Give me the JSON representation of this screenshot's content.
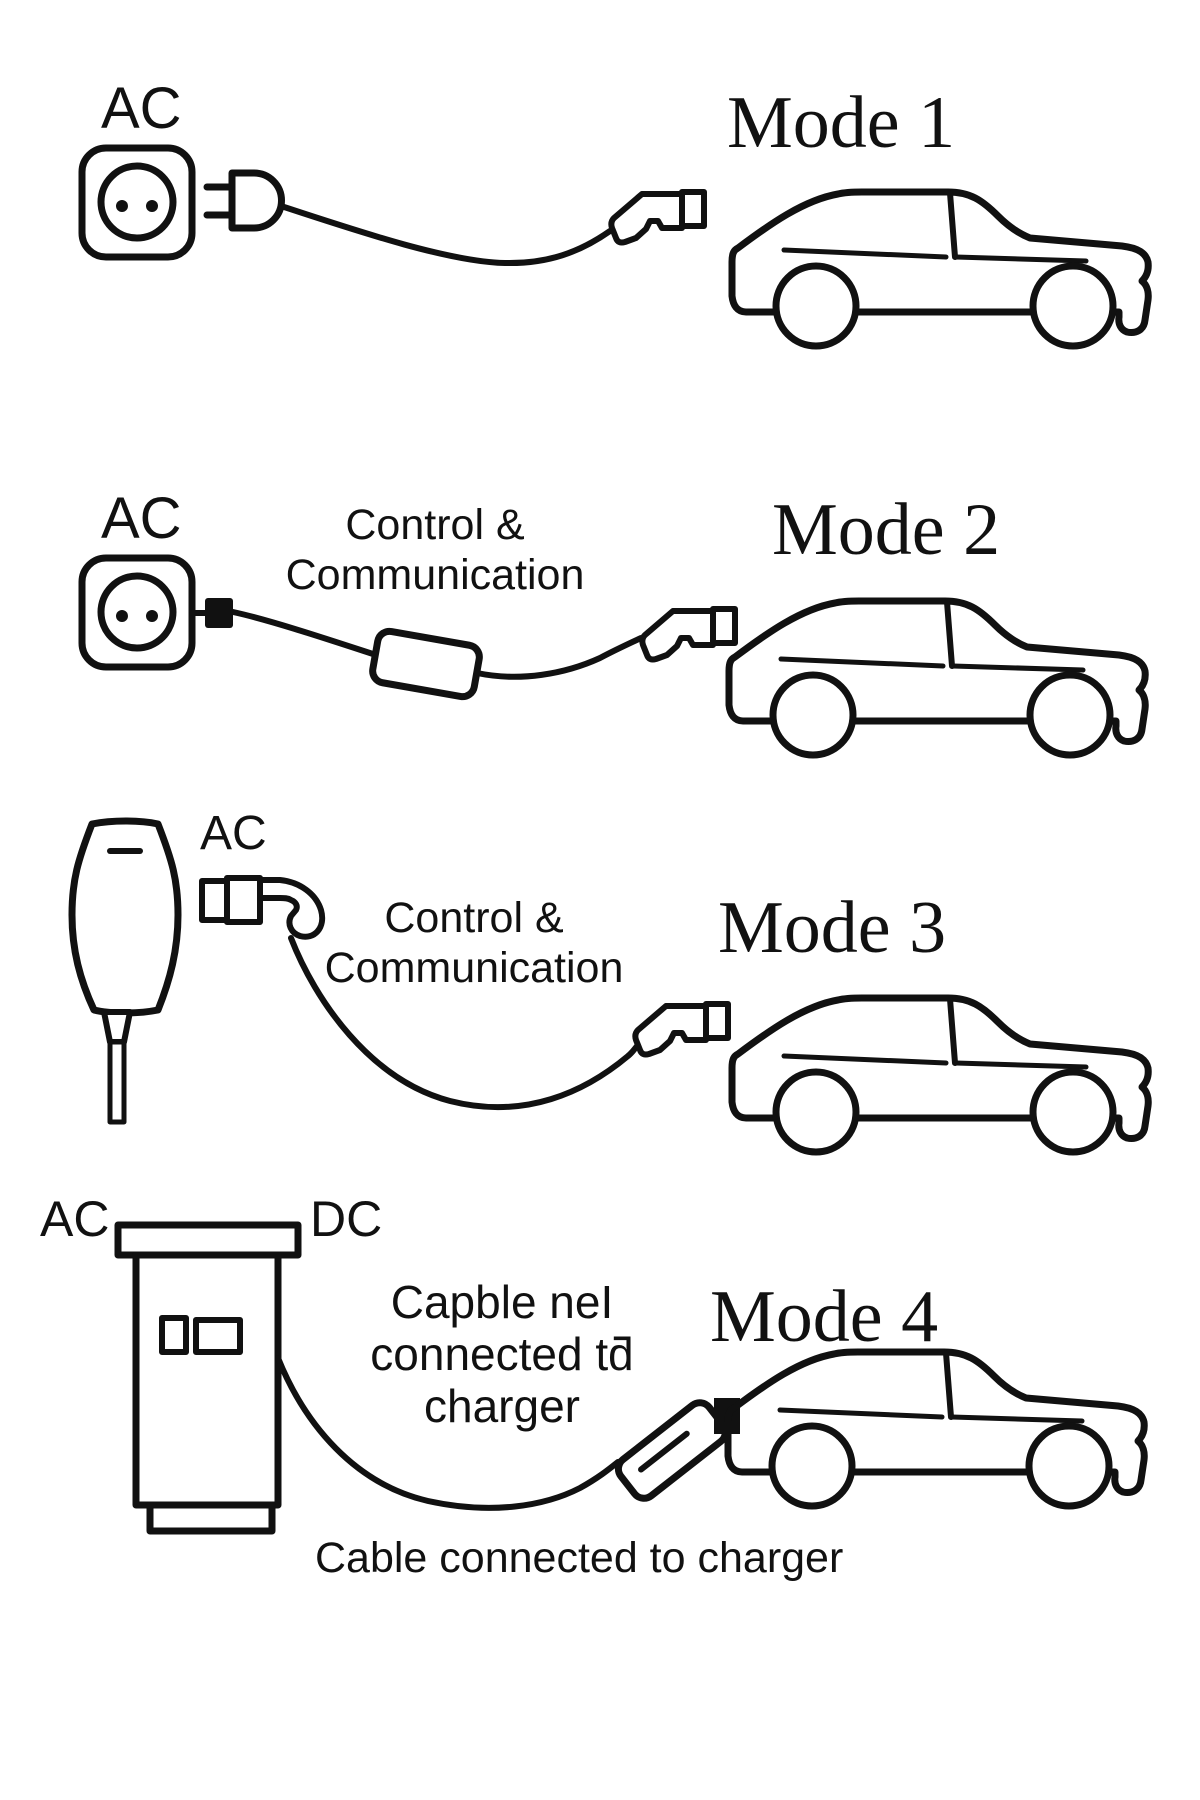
{
  "colors": {
    "ink": "#111111",
    "background": "#ffffff"
  },
  "modes": [
    {
      "title": "Mode 1",
      "source_label": "AC"
    },
    {
      "title": "Mode 2",
      "source_label": "AC",
      "annotation_lines": [
        "Control &",
        "Communication"
      ]
    },
    {
      "title": "Mode 3",
      "source_label": "AC",
      "annotation_lines": [
        "Control &",
        "Communication"
      ]
    },
    {
      "title": "Mode 4",
      "ac_label": "AC",
      "dc_label": "DC",
      "annotation_lines": [
        "Capble neI",
        "connected tƌ",
        "charger"
      ],
      "caption": "Cable connected to charger"
    }
  ]
}
